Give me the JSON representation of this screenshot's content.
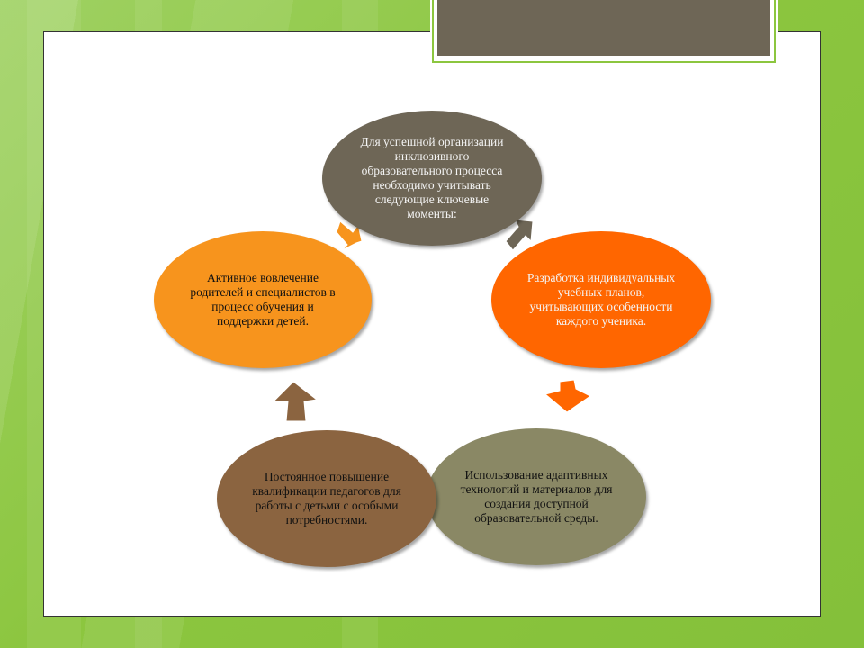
{
  "colors": {
    "background_green": "#8cc63f",
    "slide_white": "#ffffff",
    "taupe": "#6e6656",
    "orange": "#ff6600",
    "olive": "#8a8865",
    "brown": "#8b6440",
    "light_orange": "#f7941d"
  },
  "diagram": {
    "center": {
      "text": "Для успешной организации инклюзивного образовательного процесса необходимо учитывать следующие ключевые моменты:"
    },
    "nodes": [
      {
        "text": "Разработка индивидуальных учебных планов, учитывающих особенности каждого ученика."
      },
      {
        "text": "Использование адаптивных технологий и материалов для создания доступной образовательной среды."
      },
      {
        "text": "Постоянное повышение квалификации педагогов для работы с детьми с особыми потребностями."
      },
      {
        "text": "Активное вовлечение родителей и специалистов в процесс обучения и поддержки детей."
      }
    ]
  }
}
